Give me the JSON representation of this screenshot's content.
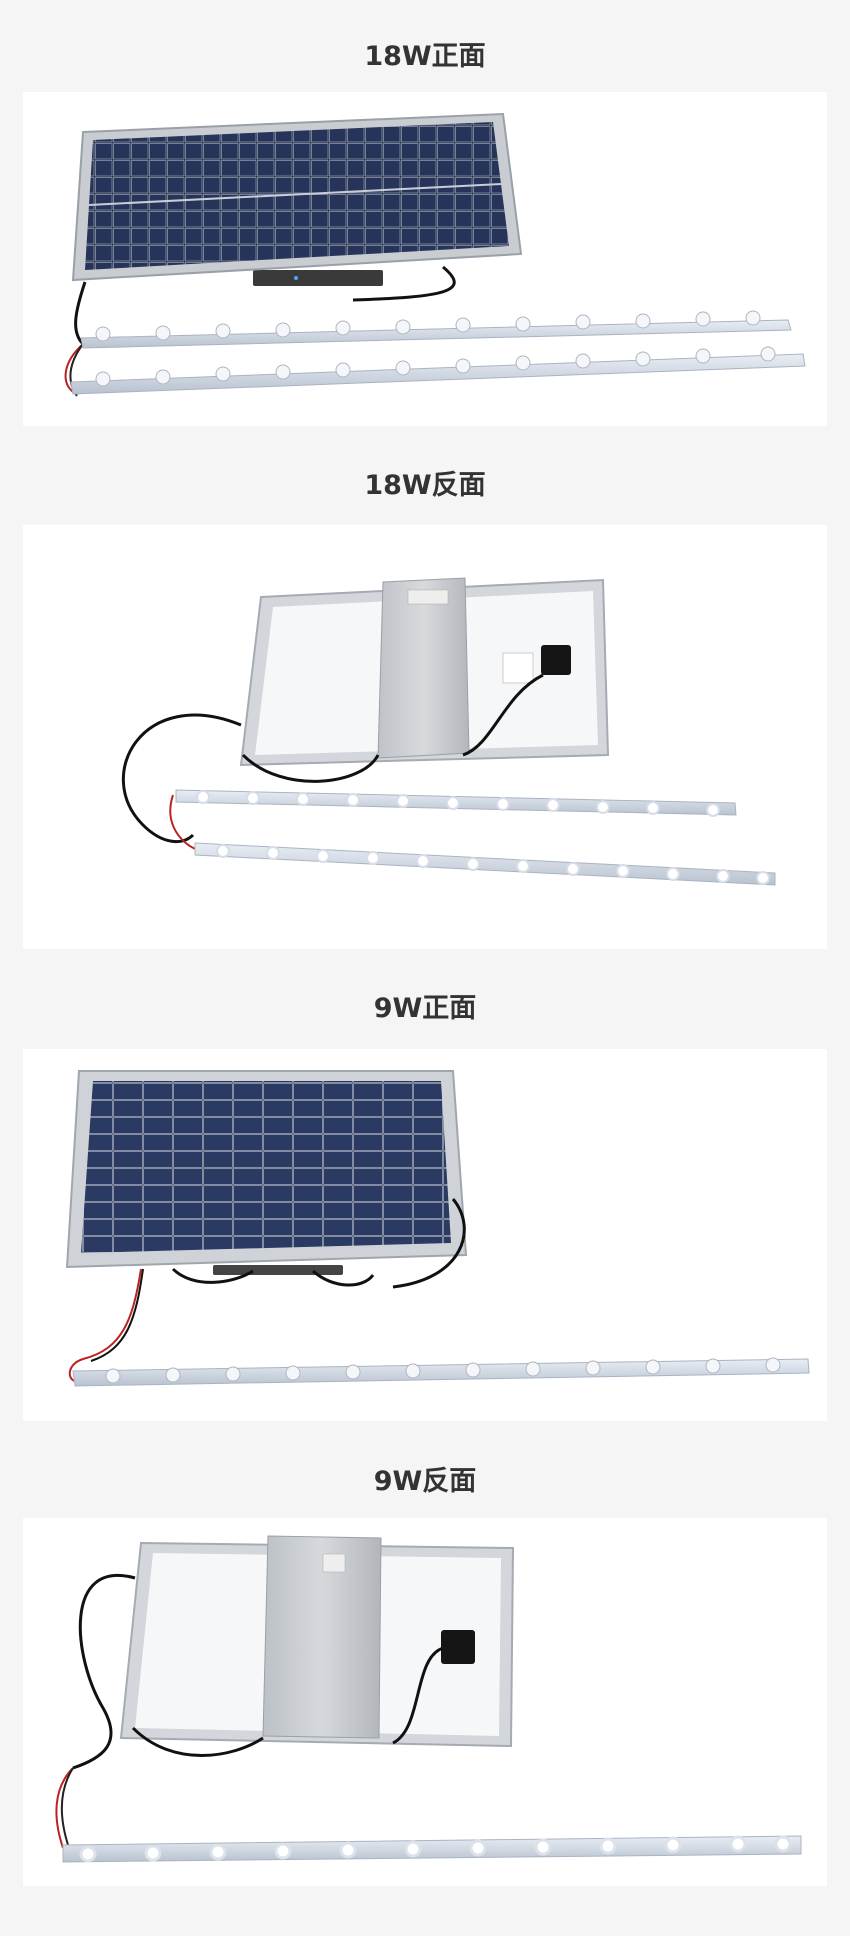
{
  "sections": [
    {
      "title": "18W正面",
      "image": "solar panel front view with two LED light strips"
    },
    {
      "title": "18W反面",
      "image": "solar panel back view with control box and two LED light strips"
    },
    {
      "title": "9W正面",
      "image": "small solar panel front view with one LED light strip"
    },
    {
      "title": "9W反面",
      "image": "small solar panel back view with control box and one LED light strip"
    }
  ]
}
